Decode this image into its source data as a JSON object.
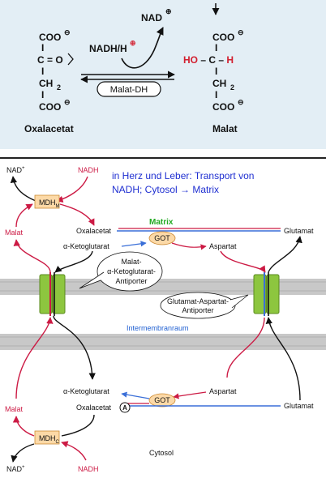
{
  "reaction": {
    "left": {
      "coo_top": "COO",
      "charge_top": "⊖",
      "keto": "C = O",
      "bond": "I",
      "ch2": "CH",
      "ch2_sub": "2",
      "coo_bottom": "COO",
      "charge_bottom": "⊖",
      "name": "Oxalacetat"
    },
    "cofactor_in": "NADH/H",
    "cofactor_in_charge": "⊕",
    "cofactor_out": "NAD",
    "cofactor_out_charge": "⊕",
    "enzyme": "Malat-DH",
    "right": {
      "coo_top": "COO",
      "charge_top": "⊖",
      "ho": "HO",
      "dash1": " – ",
      "c": "C",
      "dash2": " – ",
      "h": "H",
      "bond": "I",
      "ch2": "CH",
      "ch2_sub": "2",
      "coo_bottom": "COO",
      "charge_bottom": "⊖",
      "name": "Malat"
    }
  },
  "shuttle": {
    "nad_top_left": "NAD",
    "nad_sup": "+",
    "nadh_top": "NADH",
    "note_line1": "in Herz und Leber: Transport von",
    "note_line2": "NADH; Cytosol → Matrix",
    "mdh_m": "MDH",
    "mdh_m_sub": "M",
    "matrix_label": "Matrix",
    "malat_matrix": "Malat",
    "oxalacetat_matrix": "Oxalacetat",
    "aketo_matrix": "α-Ketoglutarat",
    "got_matrix": "GOT",
    "aspartat_matrix": "Aspartat",
    "glutamat_matrix": "Glutamat",
    "antiporter1": [
      "Malat-",
      "α-Ketoglutarat-",
      "Antiporter"
    ],
    "antiporter2": [
      "Glutamat-Aspartat-",
      "Antiporter"
    ],
    "intermembrane": "Intermembranraum",
    "aketo_cytosol": "α-Ketoglutarat",
    "aspartat_cytosol": "Aspartat",
    "got_cytosol": "GOT",
    "malat_cytosol": "Malat",
    "oxalacetat_cytosol": "Oxalacetat",
    "glutamat_cytosol": "Glutamat",
    "marker": "A",
    "mdh_c": "MDH",
    "mdh_c_sub": "C",
    "cytosol_label": "Cytosol",
    "nad_bottom": "NAD",
    "nadh_bottom": "NADH"
  },
  "colors": {
    "red_pathway": "#cc1a44",
    "blue_line": "#3a6fd8",
    "membrane": "#c8c8c8",
    "transporter": "#8dc63f",
    "enzyme_box": "#fcd9a7"
  }
}
